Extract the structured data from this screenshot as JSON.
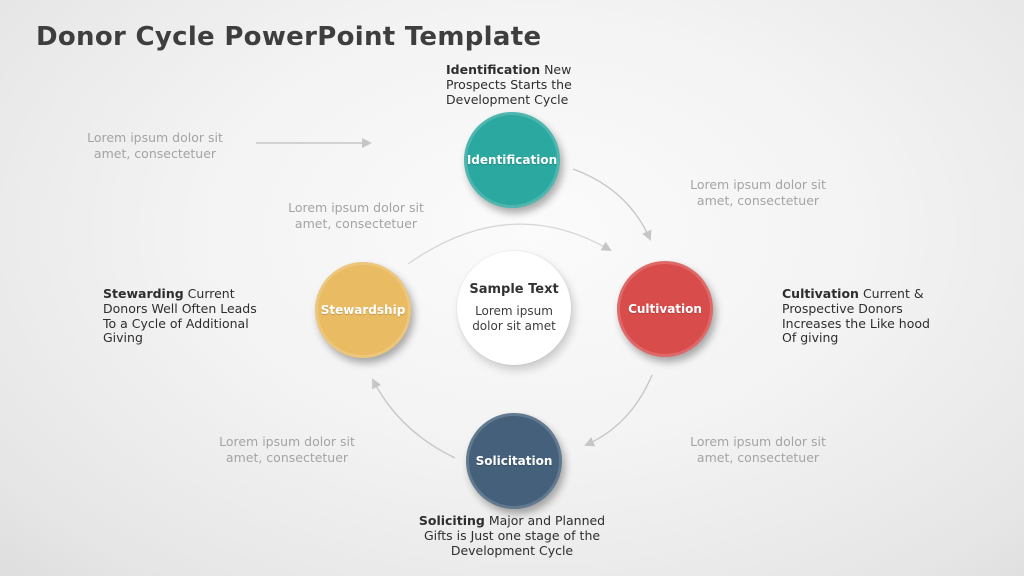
{
  "title": "Donor Cycle PowerPoint Template",
  "center": {
    "heading": "Sample Text",
    "body": "Lorem ipsum\ndolor sit amet"
  },
  "stages": {
    "identification": {
      "label": "Identification",
      "color": "#2BA8A0"
    },
    "cultivation": {
      "label": "Cultivation",
      "color": "#D94C4C"
    },
    "solicitation": {
      "label": "Solicitation",
      "color": "#45607A"
    },
    "stewardship": {
      "label": "Stewardship",
      "color": "#E9BB62"
    }
  },
  "descriptions": {
    "identification": {
      "lead": "Identification",
      "rest": "New\nProspects Starts the\nDevelopment Cycle"
    },
    "cultivation": {
      "lead": "Cultivation",
      "rest": "Current &\nProspective Donors\nIncreases the Like hood\nOf giving"
    },
    "stewardship": {
      "lead": "Stewarding",
      "rest": "Current\nDonors Well Often Leads\nTo a Cycle of Additional\nGiving"
    },
    "solicitation": {
      "lead": "Soliciting",
      "rest": "Major and Planned\nGifts is Just one stage of the\nDevelopment Cycle"
    }
  },
  "placeholders": {
    "top_left": "Lorem ipsum dolor sit\namet, consectetuer",
    "inner_left": "Lorem ipsum dolor sit\namet, consectetuer",
    "top_right": "Lorem ipsum dolor sit\namet, consectetuer",
    "bottom_left": "Lorem ipsum dolor sit\namet, consectetuer",
    "bottom_right": "Lorem ipsum dolor sit\namet, consectetuer"
  },
  "colors": {
    "arrow": "#C7C7C7",
    "inner_arrow": "#D5D5D5",
    "muted_text": "#A4A4A4",
    "body_text": "#2E2E2E",
    "title_text": "#3E3E3E",
    "background": "#EFEFEF",
    "center_fill": "#FFFFFF"
  }
}
